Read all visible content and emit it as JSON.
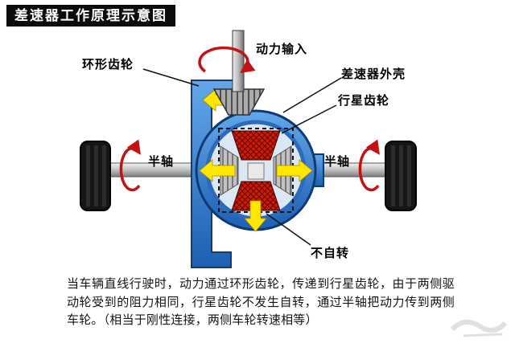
{
  "title": "差速器工作原理示意图",
  "labels": {
    "ring_gear": "环形齿轮",
    "power_input": "动力输入",
    "housing": "差速器外壳",
    "planet_gear": "行星齿轮",
    "half_shaft_left": "半轴",
    "half_shaft_right": "半轴",
    "no_self_rotation": "不自转"
  },
  "caption": "当车辆直线行驶时，动力通过环形齿轮，传递到行星齿轮，由于两侧驱动轮受到的阻力相同，行星齿轮不发生自转，通过半轴把动力传到两侧车轮。（相当于刚性连接，两侧车轮转速相等）",
  "colors": {
    "housing_blue": "#2f7fd2",
    "arrow_yellow": "#ffe600",
    "rotation_red": "#c41111",
    "gear_red": "#ce1a06",
    "title_bg": "#0c0c0c"
  }
}
